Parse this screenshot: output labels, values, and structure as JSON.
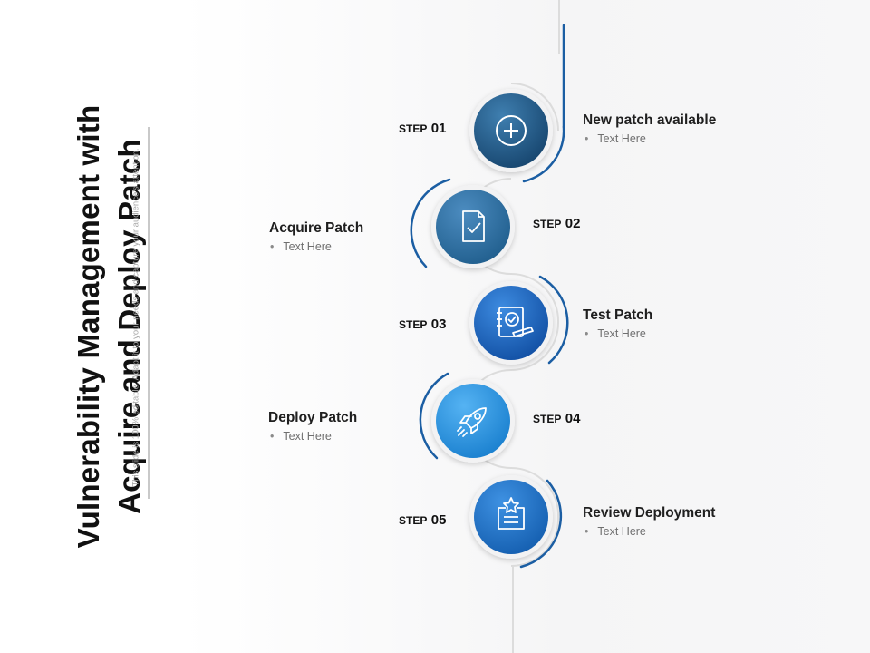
{
  "title": {
    "line1": "Vulnerability Management with",
    "line2": "Acquire and Deploy Patch"
  },
  "subtitle": "This slide is 100% editable. Adapt it to your needs and capture your audience's attention.",
  "colors": {
    "step1": "#1d4f7a",
    "step2": "#2a6c9c",
    "step3": "#1663b6",
    "step4": "#1d8fdb",
    "step5": "#1a6dbd",
    "arc": "#1b5ea3"
  },
  "steps": [
    {
      "step_word": "STEP",
      "number": "01",
      "heading": "New patch available",
      "bullet": "•",
      "text": "Text Here",
      "icon": "plus-circle-icon"
    },
    {
      "step_word": "STEP",
      "number": "02",
      "heading": "Acquire Patch",
      "bullet": "•",
      "text": "Text Here",
      "icon": "document-check-icon"
    },
    {
      "step_word": "STEP",
      "number": "03",
      "heading": "Test Patch",
      "bullet": "•",
      "text": "Text Here",
      "icon": "notebook-check-icon"
    },
    {
      "step_word": "STEP",
      "number": "04",
      "heading": "Deploy Patch",
      "bullet": "•",
      "text": "Text Here",
      "icon": "rocket-icon"
    },
    {
      "step_word": "STEP",
      "number": "05",
      "heading": "Review Deployment",
      "bullet": "•",
      "text": "Text Here",
      "icon": "badge-star-icon"
    }
  ]
}
